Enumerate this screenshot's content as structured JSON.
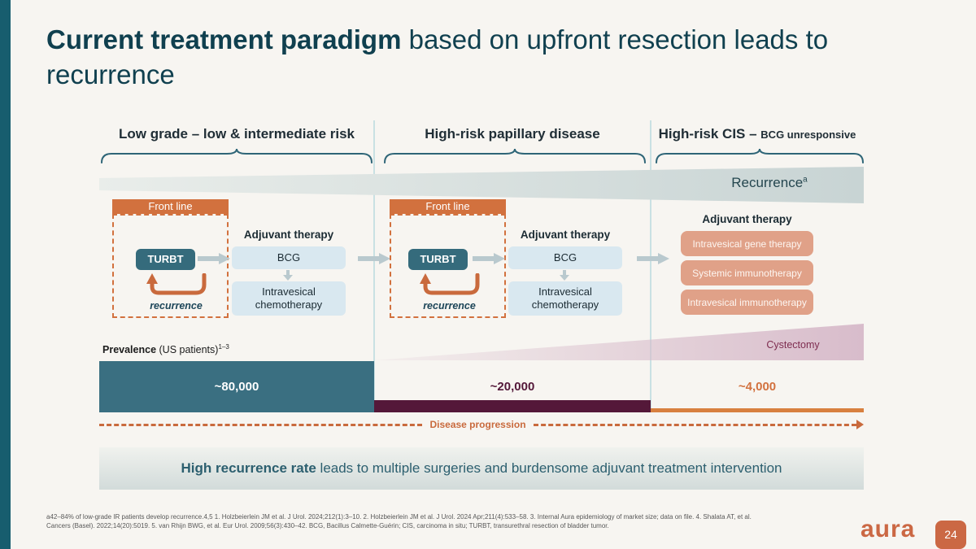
{
  "colors": {
    "background": "#F7F5F1",
    "accent_teal_dark": "#175D6E",
    "title_teal": "#10404F",
    "orange": "#D2713E",
    "teal_box": "#356B7C",
    "light_blue_box": "#D9E8F0",
    "salmon_box": "#E0A188",
    "maroon_bar": "#541839",
    "teal_bar": "#3A6F81",
    "arrow_gray": "#B9C9CE",
    "brace_teal": "#2E6577",
    "cystectomy_pink": "#D8BCCB"
  },
  "title": {
    "bold": "Current treatment paradigm",
    "rest": " based on upfront resection leads to recurrence"
  },
  "recurrence_band": {
    "label": "Recurrence",
    "sup": "a"
  },
  "columns": [
    {
      "header": "Low grade – low & intermediate risk",
      "front_line": "Front line",
      "turbt": "TURBT",
      "recurrence": "recurrence",
      "adjuvant_label": "Adjuvant therapy",
      "therapy_1": "BCG",
      "therapy_2": "Intravesical chemotherapy",
      "prevalence": "~80,000"
    },
    {
      "header": "High-risk papillary disease",
      "front_line": "Front line",
      "turbt": "TURBT",
      "recurrence": "recurrence",
      "adjuvant_label": "Adjuvant therapy",
      "therapy_1": "BCG",
      "therapy_2": "Intravesical chemotherapy",
      "prevalence": "~20,000"
    },
    {
      "header_main": "High-risk CIS – ",
      "header_sub": "BCG unresponsive",
      "adjuvant_label": "Adjuvant therapy",
      "therapy_1": "Intravesical gene therapy",
      "therapy_2": "Systemic immunotherapy",
      "therapy_3": "Intravesical immunotherapy",
      "cystectomy": "Cystectomy",
      "prevalence": "~4,000"
    }
  ],
  "prevalence_label": {
    "bold": "Prevalence",
    "normal": " (US patients)",
    "sup": "1–3"
  },
  "disease_progression": "Disease progression",
  "banner": {
    "bold": "High recurrence rate",
    "rest": " leads to multiple surgeries and burdensome adjuvant treatment intervention"
  },
  "footnotes": {
    "line1": "a42–84% of low-grade IR patients develop recurrence.4,5 1. Holzbeierlein JM et al. J Urol. 2024;212(1):3–10. 2. Holzbeierlein JM et al. J Urol. 2024 Apr;211(4):533–58. 3. Internal Aura epidemiology of market size; data on file. 4. Shalata AT, et al.",
    "line2": "Cancers (Basel). 2022;14(20):5019. 5. van Rhijn BWG, et al. Eur Urol. 2009;56(3):430–42. BCG, Bacillus Calmette-Guérin; CIS, carcinoma in situ; TURBT, transurethral resection of bladder tumor."
  },
  "footer": {
    "logo": "aura",
    "page": "24"
  }
}
